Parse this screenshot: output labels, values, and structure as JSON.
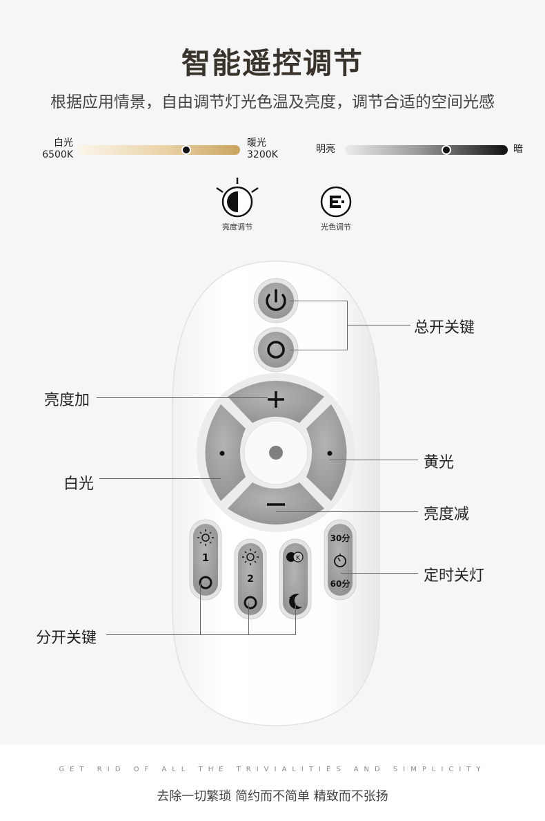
{
  "header": {
    "title": "智能遥控调节",
    "subtitle": "根据应用情景，自由调节灯光色温及亮度，调节合适的空间光感"
  },
  "color_temp_scale": {
    "left_name": "白光",
    "left_value": "6500K",
    "right_name": "暖光",
    "right_value": "3200K",
    "knob_position_fraction": 0.68
  },
  "brightness_scale": {
    "left_label": "明亮",
    "right_label": "暗",
    "knob_position_fraction": 0.63
  },
  "modes": {
    "brightness_label": "亮度调节",
    "color_label": "光色调节"
  },
  "remote": {
    "timer_30": "30分",
    "timer_60": "60分",
    "scene_1": "1",
    "scene_2": "2",
    "k_symbol": "K"
  },
  "callouts": {
    "master_switch": "总开关键",
    "brightness_up": "亮度加",
    "white_light": "白光",
    "yellow_light": "黄光",
    "brightness_down": "亮度减",
    "timer_off": "定时关灯",
    "sub_switch": "分开关键"
  },
  "footer": {
    "english": "GET RID OF ALL THE TRIVIALITIES AND SIMPLICITY",
    "chinese": "去除一切繁琐 简约而不简单 精致而不张扬"
  },
  "colors": {
    "button_gray": "#9e9e9e",
    "remote_body": "#fbfbfb",
    "warm_end": "#c9a45e"
  }
}
